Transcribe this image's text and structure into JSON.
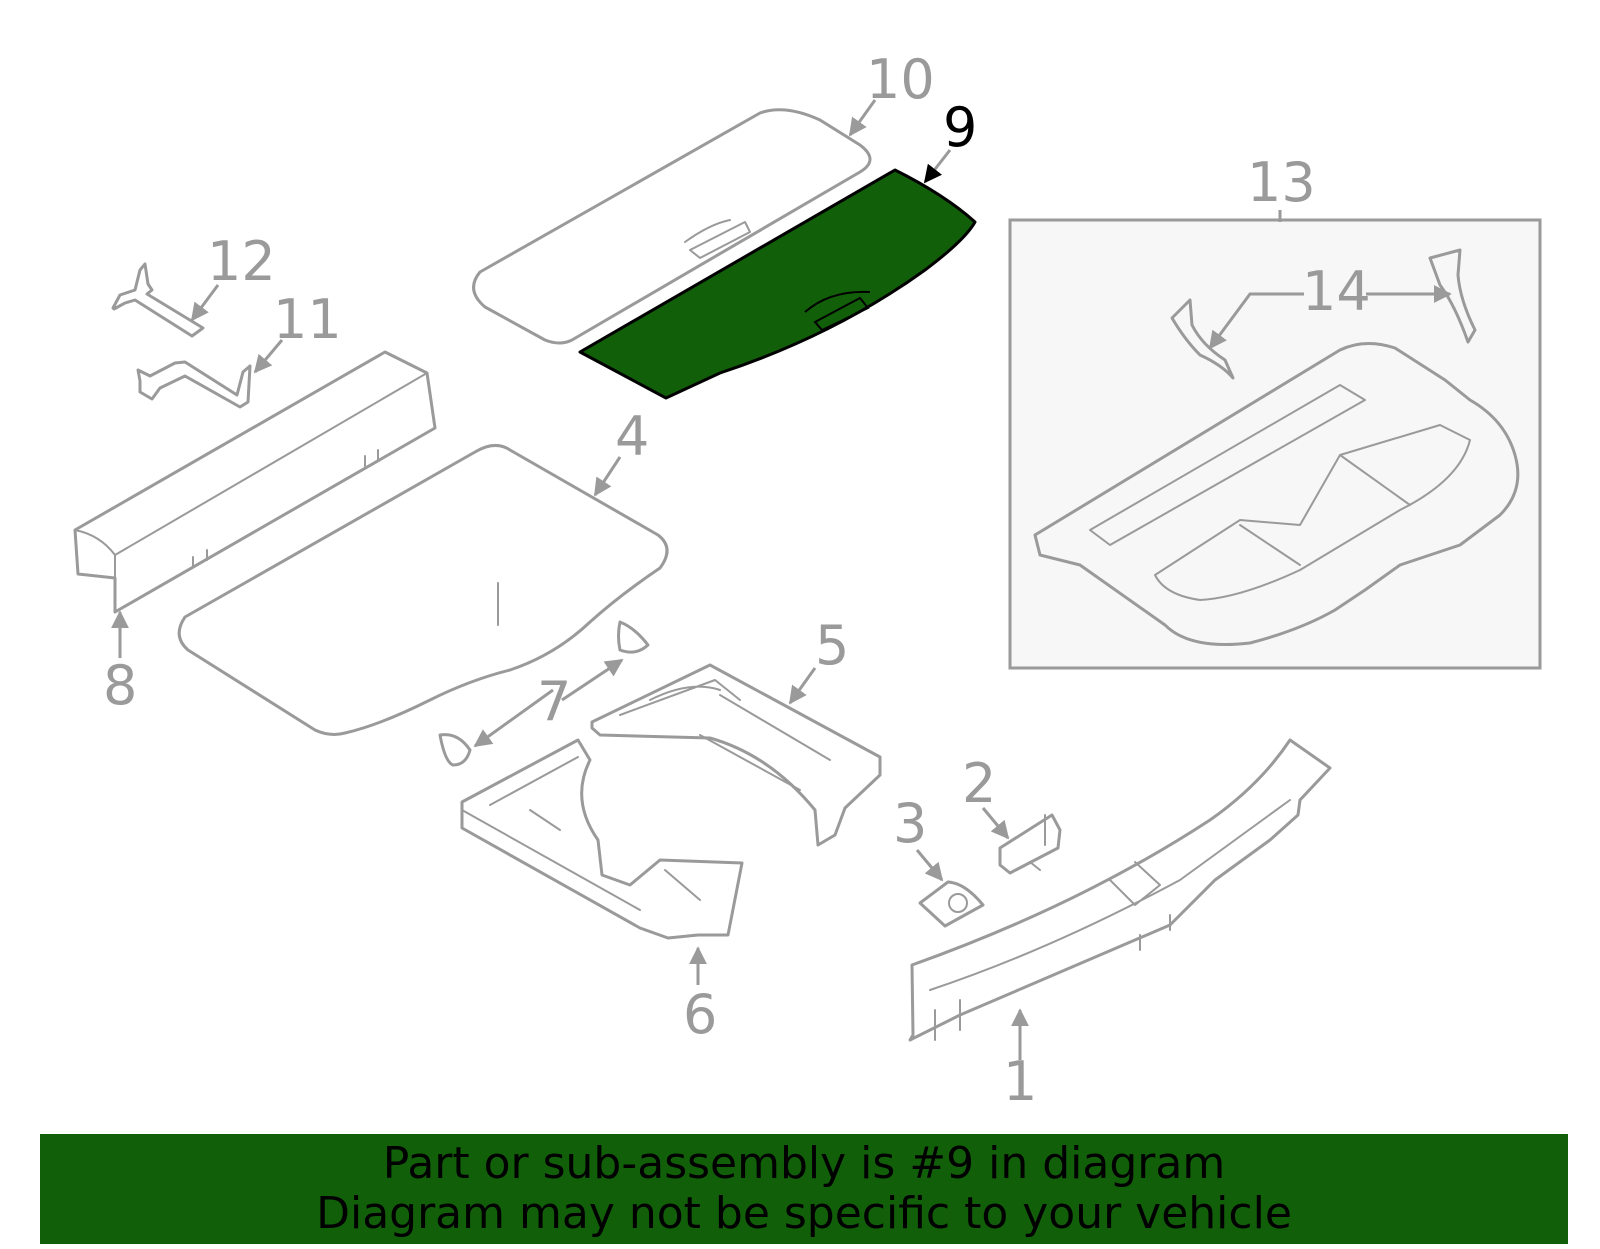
{
  "diagram": {
    "highlight_color": "#125f0a",
    "line_color": "#9a9a9a",
    "callouts": {
      "c1": "1",
      "c2": "2",
      "c3": "3",
      "c4": "4",
      "c5": "5",
      "c6": "6",
      "c7": "7",
      "c8": "8",
      "c9": "9",
      "c10": "10",
      "c11": "11",
      "c12": "12",
      "c13": "13",
      "c14": "14"
    },
    "highlighted_part": "9"
  },
  "banner": {
    "line1": "Part or sub-assembly is #9 in diagram",
    "line2": "Diagram may not be specific to your vehicle"
  }
}
